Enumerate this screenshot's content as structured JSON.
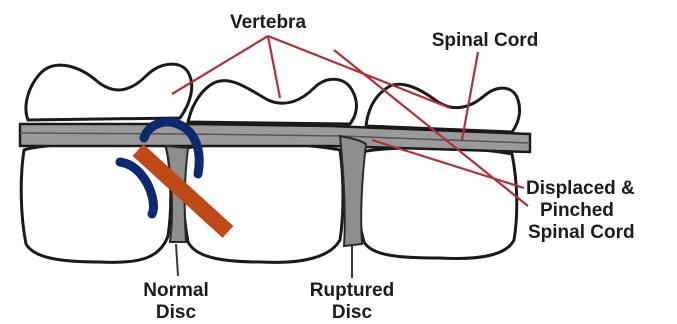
{
  "labels": {
    "vertebra": "Vertebra",
    "spinal_cord": "Spinal Cord",
    "displaced_line1": "Displaced &",
    "displaced_line2": "Pinched",
    "displaced_line3": "Spinal Cord",
    "normal_line1": "Normal",
    "normal_line2": "Disc",
    "ruptured_line1": "Ruptured",
    "ruptured_line2": "Disc"
  },
  "colors": {
    "overlay_slash": "#c04a17",
    "overlay_arc": "#0d2a70",
    "leader": "#b0303a",
    "disc": "#8e8e8e"
  },
  "icons": {
    "overlay": "prohibition-mark"
  }
}
